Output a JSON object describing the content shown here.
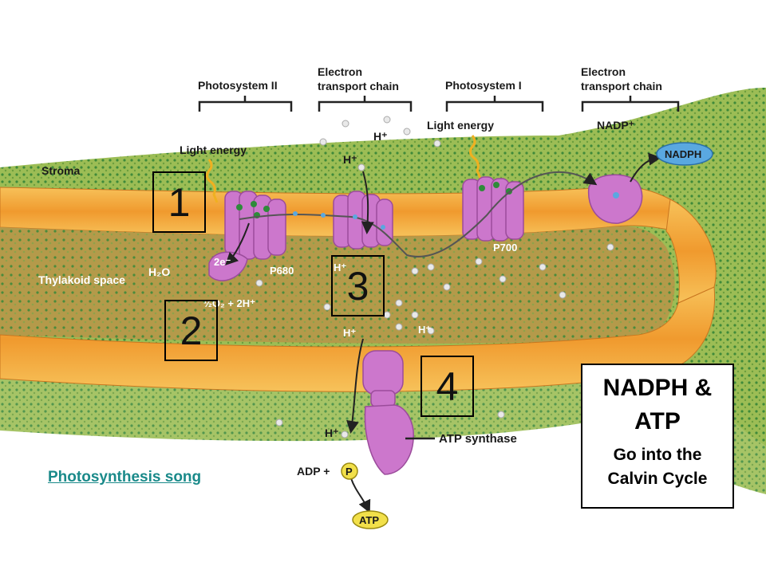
{
  "diagram": {
    "labels": {
      "photosystem_ii": "Photosystem II",
      "etc1_line1": "Electron",
      "etc1_line2": "transport chain",
      "photosystem_i": "Photosystem I",
      "etc2_line1": "Electron",
      "etc2_line2": "transport chain",
      "stroma": "Stroma",
      "thylakoid_space": "Thylakoid space",
      "light_energy_1": "Light energy",
      "light_energy_2": "Light energy",
      "nadp_plus": "NADP⁺",
      "nadph": "NADPH",
      "p700": "P700",
      "p680": "P680",
      "h2o": "H₂O",
      "two_e": "2e⁻",
      "half_o2": "½O₂ + 2H⁺",
      "hplus_1": "H⁺",
      "hplus_2": "H⁺",
      "hplus_3": "H⁺",
      "hplus_4": "H⁺",
      "hplus_5": "H⁺",
      "hplus_6": "H⁺",
      "atp_synthase": "ATP synthase",
      "adp_plus": "ADP +",
      "p_circle": "P",
      "atp": "ATP"
    },
    "colors": {
      "membrane": "#f2a23a",
      "membrane_dark": "#d9822a",
      "stroma_green": "#8fb24a",
      "protein": "#cc77cc",
      "protein_dark": "#9b4c9b",
      "nadph_blue": "#5aa8e0"
    }
  },
  "boxes": {
    "b1": "1",
    "b2": "2",
    "b3": "3",
    "b4": "4"
  },
  "link": {
    "song": "Photosynthesis song"
  },
  "info": {
    "title_line1": "NADPH &",
    "title_line2": "ATP",
    "sub_line1": "Go into the",
    "sub_line2": "Calvin Cycle"
  }
}
